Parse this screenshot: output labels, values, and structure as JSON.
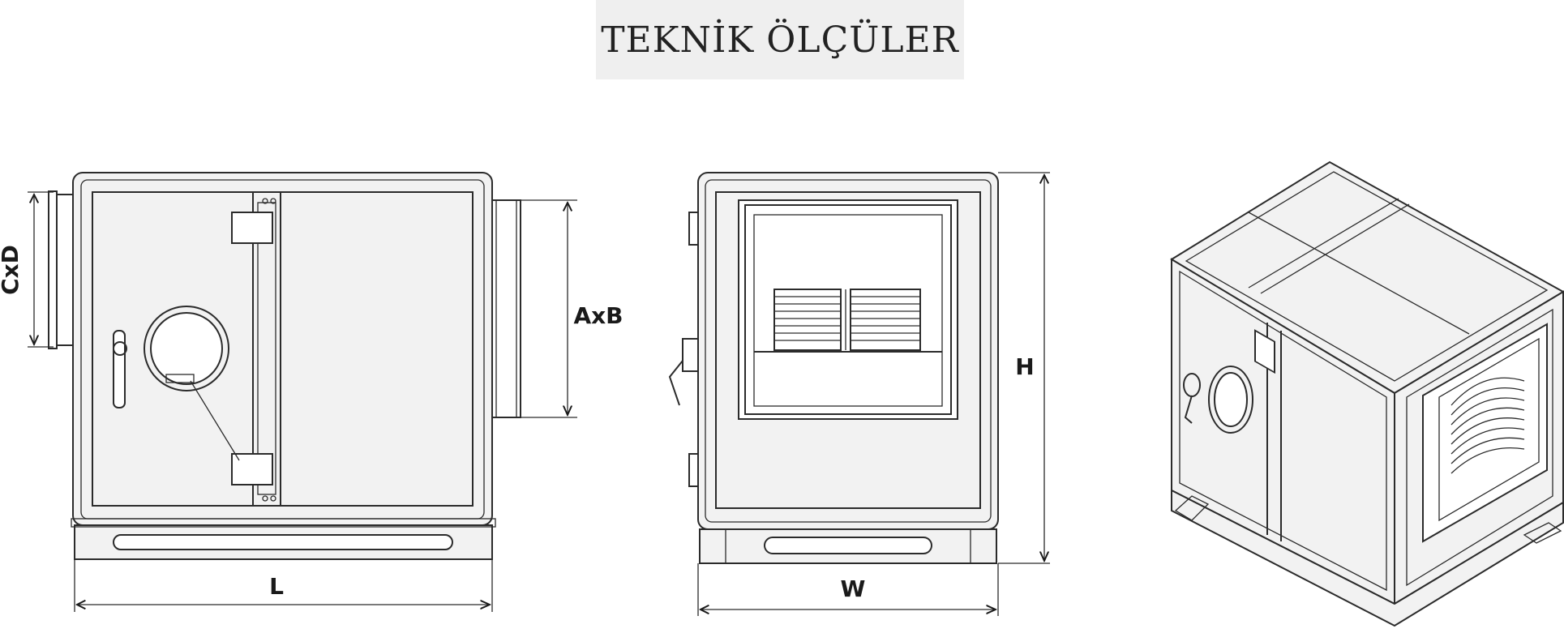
{
  "title": "TEKNİK ÖLÇÜLER",
  "dimensions": {
    "cxd": "CxD",
    "axb": "AxB",
    "l": "L",
    "w": "W",
    "h": "H"
  },
  "colors": {
    "title_bg": "#efefef",
    "line": "#2b2b2b",
    "panel": "#f2f2f2"
  }
}
